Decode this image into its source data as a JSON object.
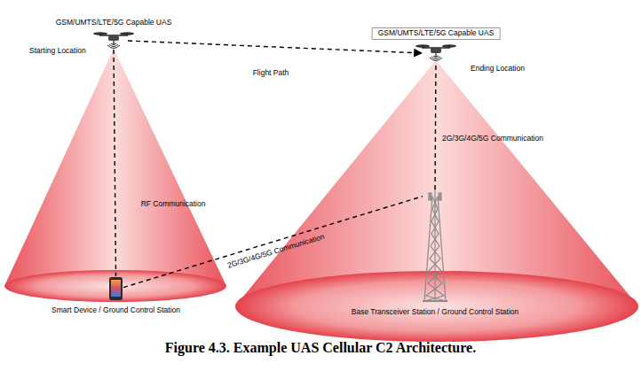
{
  "diagram": {
    "caption": "Figure 4.3. Example UAS Cellular C2 Architecture.",
    "nodes": [
      {
        "text": [
          "GSM/UMTS/LTE/5G Capable UAS"
        ]
      },
      {
        "text": [
          "GSM/UMTS/LTE/5G Capable UAS"
        ]
      },
      {
        "text": [
          "Smart Device / Ground Control Station"
        ]
      },
      {
        "text": [
          "Base Transceiver Station / Ground Control Station"
        ]
      }
    ],
    "edges": [
      {
        "from": 0,
        "to": 1,
        "label": "Flight Path",
        "arrow": "to"
      },
      {
        "from": 0,
        "to": 2,
        "label": "RF Communication",
        "arrow": "none"
      },
      {
        "from": 2,
        "to": 3,
        "label": "2G/3G/4G/5G Communication",
        "arrow": "none"
      },
      {
        "from": 3,
        "to": 1,
        "label": "2G/3G/4G/5G Communication",
        "arrow": "none"
      }
    ],
    "labels": [
      "Starting Location",
      "Ending Location"
    ]
  }
}
